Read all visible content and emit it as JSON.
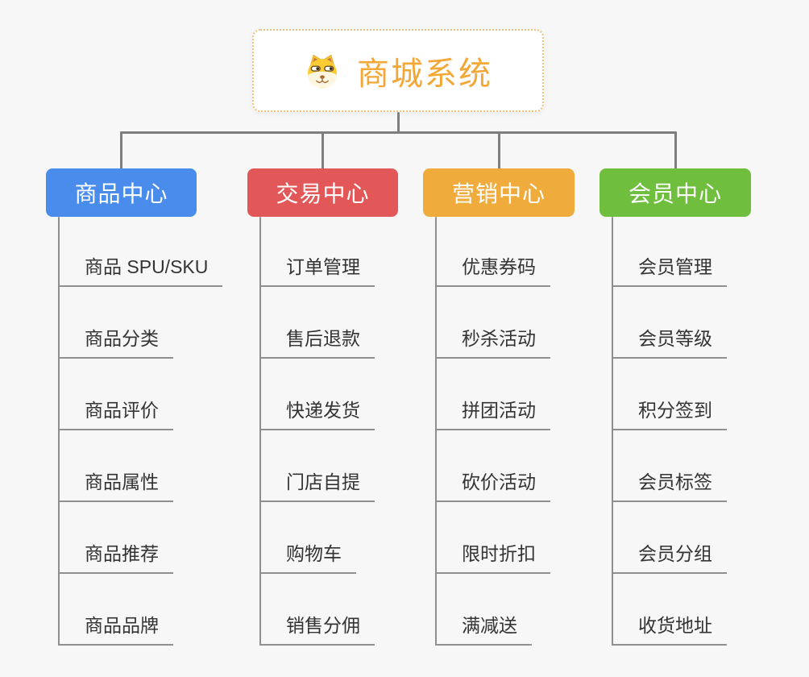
{
  "root": {
    "title": "商城系统",
    "icon": "dog-face-icon",
    "title_color": "#f3a737",
    "border_color": "#f3c279"
  },
  "connector_colors": {
    "trunk": "#7e7e7e",
    "child": "#8f8f8f"
  },
  "branches": [
    {
      "label": "商品中心",
      "color": "#4a8cec",
      "children": [
        "商品 SPU/SKU",
        "商品分类",
        "商品评价",
        "商品属性",
        "商品推荐",
        "商品品牌"
      ]
    },
    {
      "label": "交易中心",
      "color": "#e25757",
      "children": [
        "订单管理",
        "售后退款",
        "快递发货",
        "门店自提",
        "购物车",
        "销售分佣"
      ]
    },
    {
      "label": "营销中心",
      "color": "#efac3d",
      "children": [
        "优惠券码",
        "秒杀活动",
        "拼团活动",
        "砍价活动",
        "限时折扣",
        "满减送"
      ]
    },
    {
      "label": "会员中心",
      "color": "#6fbe3e",
      "children": [
        "会员管理",
        "会员等级",
        "积分签到",
        "会员标签",
        "会员分组",
        "收货地址"
      ]
    }
  ]
}
